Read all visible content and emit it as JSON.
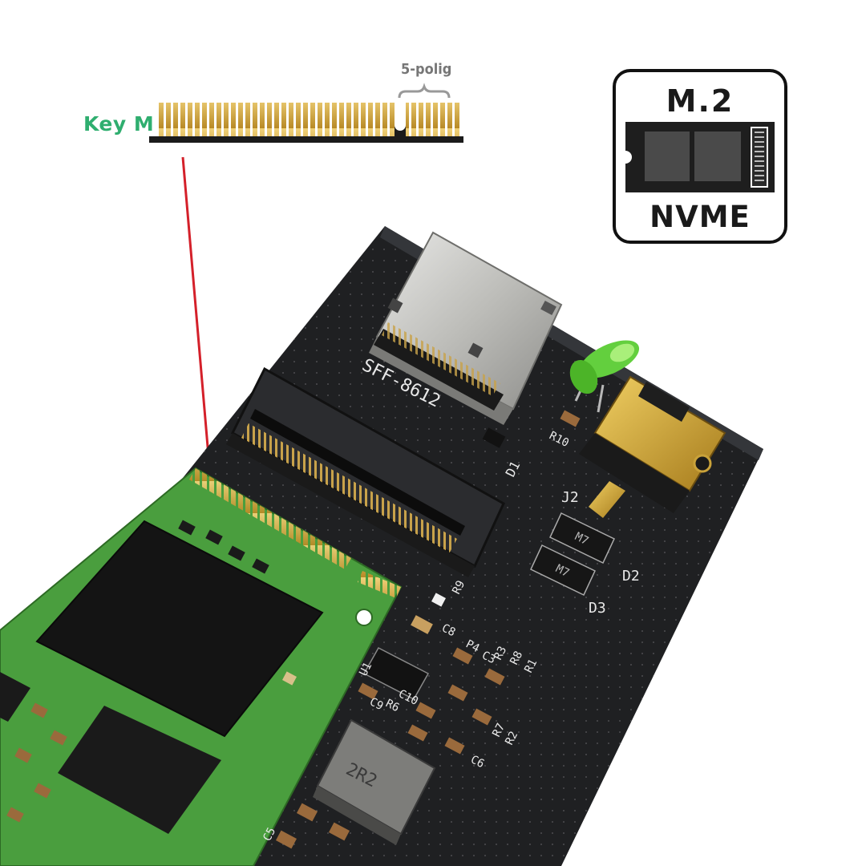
{
  "connector_diagram": {
    "key_label": "Key M",
    "pin_label": "5-polig"
  },
  "badge": {
    "top_text": "M.2",
    "bottom_text": "NVME"
  },
  "pcb_silkscreen": {
    "port_label": "SFF-8612",
    "d1": "D1",
    "d2": "D2",
    "d3": "D3",
    "j2": "J2",
    "r10": "R10",
    "r9": "R9",
    "c8": "C8",
    "p4": "P4",
    "c3": "C3",
    "r3": "R3",
    "r8": "R8",
    "r1": "R1",
    "u1": "U1",
    "c9": "C9",
    "r6": "R6",
    "c10": "C10",
    "r7": "R7",
    "r2": "R2",
    "c6": "C6",
    "c5": "C5",
    "m7a": "M7",
    "m7b": "M7",
    "inductor": "2R2"
  },
  "colors": {
    "key_green": "#2fae6f",
    "pcb_black": "#1f2022",
    "ssd_green": "#4a9e3e",
    "gold": "#d9b34a",
    "red_line": "#d4202a"
  }
}
